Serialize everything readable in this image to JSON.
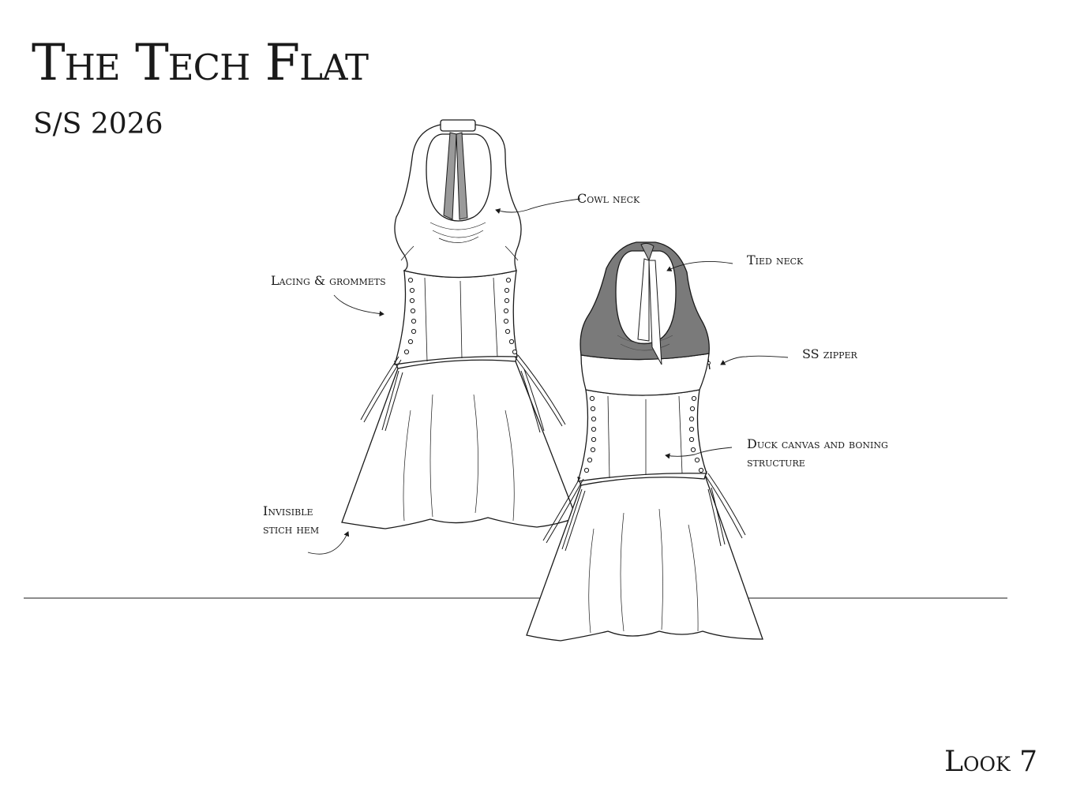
{
  "header": {
    "title": "The Tech Flat",
    "season": "S/S 2026"
  },
  "footer": {
    "look": "Look 7"
  },
  "callouts": {
    "cowl_neck": "Cowl neck",
    "lacing": "Lacing & grommets",
    "hem_line1": "Invisible",
    "hem_line2": "stich hem",
    "tied_neck": "Tied neck",
    "zipper": "SS zipper",
    "canvas_line1": "Duck canvas and boning",
    "canvas_line2": "structure"
  },
  "colors": {
    "line": "#1a1a1a",
    "back_yoke": "#7a7a7a",
    "tie": "#9a9a9a"
  }
}
